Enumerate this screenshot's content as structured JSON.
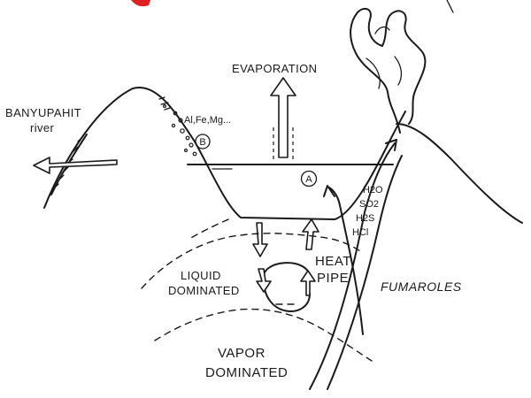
{
  "labels": {
    "evaporation": "EVAPORATION",
    "river_name": "BANYUPAHIT",
    "river_word": "river",
    "metals": "Al,Fe,Mg...",
    "marker_a": "A",
    "marker_b": "B",
    "gases": [
      "H2O",
      "SO2",
      "H2S",
      "HCl"
    ],
    "liquid_line1": "LIQUID",
    "liquid_line2": "DOMINATED",
    "heat_line1": "HEAT",
    "heat_line2": "PIPE",
    "fumaroles": "FUMAROLES",
    "vapor_line1": "VAPOR",
    "vapor_line2": "DOMINATED"
  },
  "colors": {
    "ink": "#1a1a1a",
    "accent_red": "#e02020"
  },
  "icons": {
    "evaporation": "up-arrow-icon",
    "river_outflow": "left-arrow-icon",
    "fumaroles": "curved-up-arrow-icon",
    "heat_pipe": "circulation-loop-icon",
    "plume": "steam-plume-icon"
  }
}
